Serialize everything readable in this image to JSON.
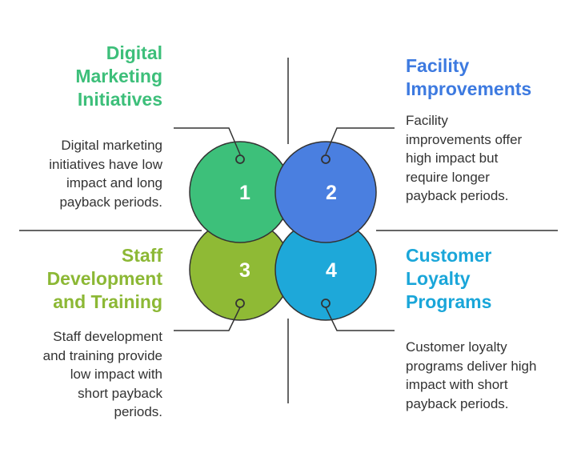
{
  "colors": {
    "q1": "#3dc07a",
    "q2": "#4a7fe0",
    "q3": "#8fba35",
    "q4": "#1ea8d9",
    "title_q1": "#3dbf7a",
    "title_q2": "#3d7ae0",
    "title_q3": "#8cb835",
    "title_q4": "#1aa6d9",
    "outline": "#333333",
    "text": "#333333"
  },
  "quadrants": [
    {
      "number": "1",
      "title_lines": [
        "Digital",
        "Marketing",
        "Initiatives"
      ],
      "desc_lines": [
        "Digital marketing",
        "initiatives have low",
        "impact and long",
        "payback periods."
      ]
    },
    {
      "number": "2",
      "title_lines": [
        "Facility",
        "Improvements"
      ],
      "desc_lines": [
        "Facility",
        "improvements offer",
        "high impact but",
        "require longer",
        "payback periods."
      ]
    },
    {
      "number": "3",
      "title_lines": [
        "Staff",
        "Development",
        "and Training"
      ],
      "desc_lines": [
        "Staff development",
        "and training provide",
        "low impact with",
        "short payback",
        "periods."
      ]
    },
    {
      "number": "4",
      "title_lines": [
        "Customer",
        "Loyalty",
        "Programs"
      ],
      "desc_lines": [
        "Customer loyalty",
        "programs deliver high",
        "impact with short",
        "payback periods."
      ]
    }
  ]
}
